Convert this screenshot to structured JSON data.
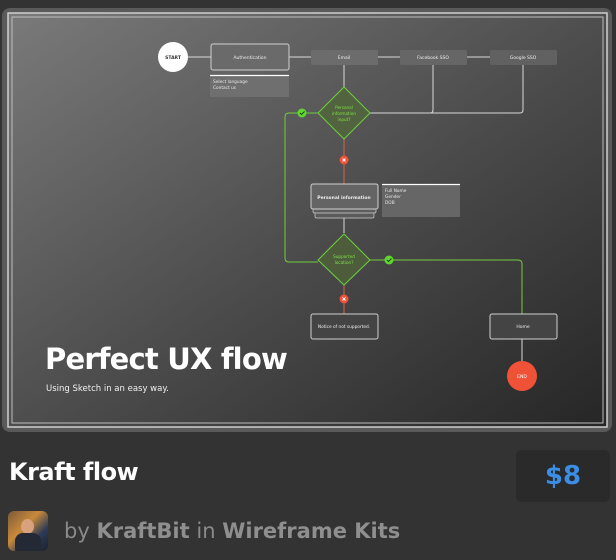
{
  "preview": {
    "headline": "Perfect UX flow",
    "subline": "Using Sketch in an easy way.",
    "flow": {
      "start": "START",
      "end": "END",
      "authentication": "Authentication",
      "auth_menu": [
        "Select language",
        "Contact us"
      ],
      "email": "Email",
      "facebook": "Facebook SSO",
      "google": "Google SSO",
      "decision1": [
        "Personal",
        "information",
        "input?"
      ],
      "personal_info": "Personal information",
      "personal_fields": [
        "Full Name",
        "Gender",
        "DOB"
      ],
      "decision2": [
        "Supported",
        "location?"
      ],
      "notice": "Notice of not supported.",
      "home": "Home"
    },
    "colors": {
      "yes": "#5fd72e",
      "no": "#f05238",
      "end": "#f05238"
    }
  },
  "product": {
    "title": "Kraft flow",
    "price": "$8",
    "by": "by",
    "author": "KraftBit",
    "in": "in",
    "category": "Wireframe Kits"
  }
}
